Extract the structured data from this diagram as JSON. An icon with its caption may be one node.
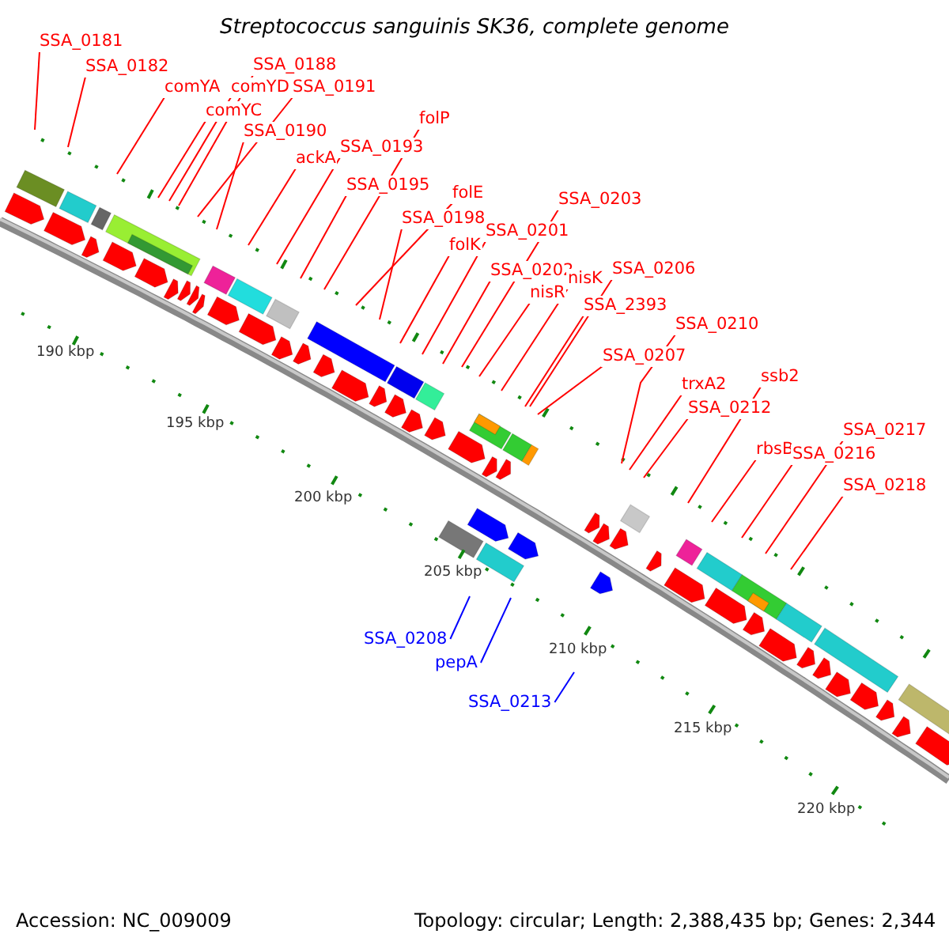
{
  "diagram": {
    "title": "Streptococcus sanguinis SK36, complete genome",
    "nodes": [
      {
        "text": [
          "SSA_0181"
        ]
      },
      {
        "text": [
          "SSA_0182"
        ]
      },
      {
        "text": [
          "comYA"
        ]
      },
      {
        "text": [
          "comYD"
        ]
      },
      {
        "text": [
          "SSA_0188"
        ]
      },
      {
        "text": [
          "comYC"
        ]
      },
      {
        "text": [
          "SSA_0191"
        ]
      },
      {
        "text": [
          "SSA_0190"
        ]
      },
      {
        "text": [
          "ackA"
        ]
      },
      {
        "text": [
          "SSA_0193"
        ]
      },
      {
        "text": [
          "folP"
        ]
      },
      {
        "text": [
          "SSA_0195"
        ]
      },
      {
        "text": [
          "folE"
        ]
      },
      {
        "text": [
          "SSA_0198"
        ]
      },
      {
        "text": [
          "folK"
        ]
      },
      {
        "text": [
          "SSA_0201"
        ]
      },
      {
        "text": [
          "SSA_0203"
        ]
      },
      {
        "text": [
          "SSA_0202"
        ]
      },
      {
        "text": [
          "nisR"
        ]
      },
      {
        "text": [
          "nisK"
        ]
      },
      {
        "text": [
          "SSA_0206"
        ]
      },
      {
        "text": [
          "SSA_2393"
        ]
      },
      {
        "text": [
          "SSA_0210"
        ]
      },
      {
        "text": [
          "SSA_0207"
        ]
      },
      {
        "text": [
          "trxA2"
        ]
      },
      {
        "text": [
          "SSA_0212"
        ]
      },
      {
        "text": [
          "ssb2"
        ]
      },
      {
        "text": [
          "rbsB"
        ]
      },
      {
        "text": [
          "SSA_0216"
        ]
      },
      {
        "text": [
          "SSA_0217"
        ]
      },
      {
        "text": [
          "SSA_0218"
        ]
      },
      {
        "text": [
          "SSA_0208"
        ]
      },
      {
        "text": [
          "pepA"
        ]
      },
      {
        "text": [
          "SSA_0213"
        ]
      }
    ],
    "edges": [
      {
        "from": 0,
        "to": null,
        "arrow": "none"
      },
      {
        "from": 1,
        "to": null,
        "arrow": "none"
      },
      {
        "from": 2,
        "to": null,
        "arrow": "none"
      },
      {
        "from": 3,
        "to": null,
        "arrow": "none"
      },
      {
        "from": 4,
        "to": null,
        "arrow": "none"
      },
      {
        "from": 5,
        "to": null,
        "arrow": "none"
      },
      {
        "from": 6,
        "to": null,
        "arrow": "none"
      },
      {
        "from": 7,
        "to": null,
        "arrow": "none"
      },
      {
        "from": 8,
        "to": null,
        "arrow": "none"
      },
      {
        "from": 9,
        "to": null,
        "arrow": "none"
      },
      {
        "from": 10,
        "to": null,
        "arrow": "none"
      },
      {
        "from": 11,
        "to": null,
        "arrow": "none"
      },
      {
        "from": 12,
        "to": null,
        "arrow": "none"
      },
      {
        "from": 13,
        "to": null,
        "arrow": "none"
      },
      {
        "from": 14,
        "to": null,
        "arrow": "none"
      },
      {
        "from": 15,
        "to": null,
        "arrow": "none"
      },
      {
        "from": 16,
        "to": null,
        "arrow": "none"
      },
      {
        "from": 17,
        "to": null,
        "arrow": "none"
      },
      {
        "from": 18,
        "to": null,
        "arrow": "none"
      },
      {
        "from": 19,
        "to": null,
        "arrow": "none"
      },
      {
        "from": 20,
        "to": null,
        "arrow": "none"
      },
      {
        "from": 21,
        "to": null,
        "arrow": "none"
      },
      {
        "from": 22,
        "to": null,
        "arrow": "none"
      },
      {
        "from": 23,
        "to": null,
        "arrow": "none"
      },
      {
        "from": 24,
        "to": null,
        "arrow": "none"
      },
      {
        "from": 25,
        "to": null,
        "arrow": "none"
      },
      {
        "from": 26,
        "to": null,
        "arrow": "none"
      },
      {
        "from": 27,
        "to": null,
        "arrow": "none"
      },
      {
        "from": 28,
        "to": null,
        "arrow": "none"
      },
      {
        "from": 29,
        "to": null,
        "arrow": "none"
      },
      {
        "from": 30,
        "to": null,
        "arrow": "none"
      },
      {
        "from": 31,
        "to": null,
        "arrow": "none",
        "color": "#0000ff"
      },
      {
        "from": 32,
        "to": null,
        "arrow": "none",
        "color": "#0000ff"
      },
      {
        "from": 33,
        "to": null,
        "arrow": "none",
        "color": "#0000ff"
      }
    ],
    "labels": [
      "190 kbp",
      "195 kbp",
      "200 kbp",
      "205 kbp",
      "210 kbp",
      "215 kbp",
      "220 kbp",
      "Accession: NC_009009",
      "Topology: circular; Length: 2,388,435 bp; Genes: 2,344"
    ]
  }
}
